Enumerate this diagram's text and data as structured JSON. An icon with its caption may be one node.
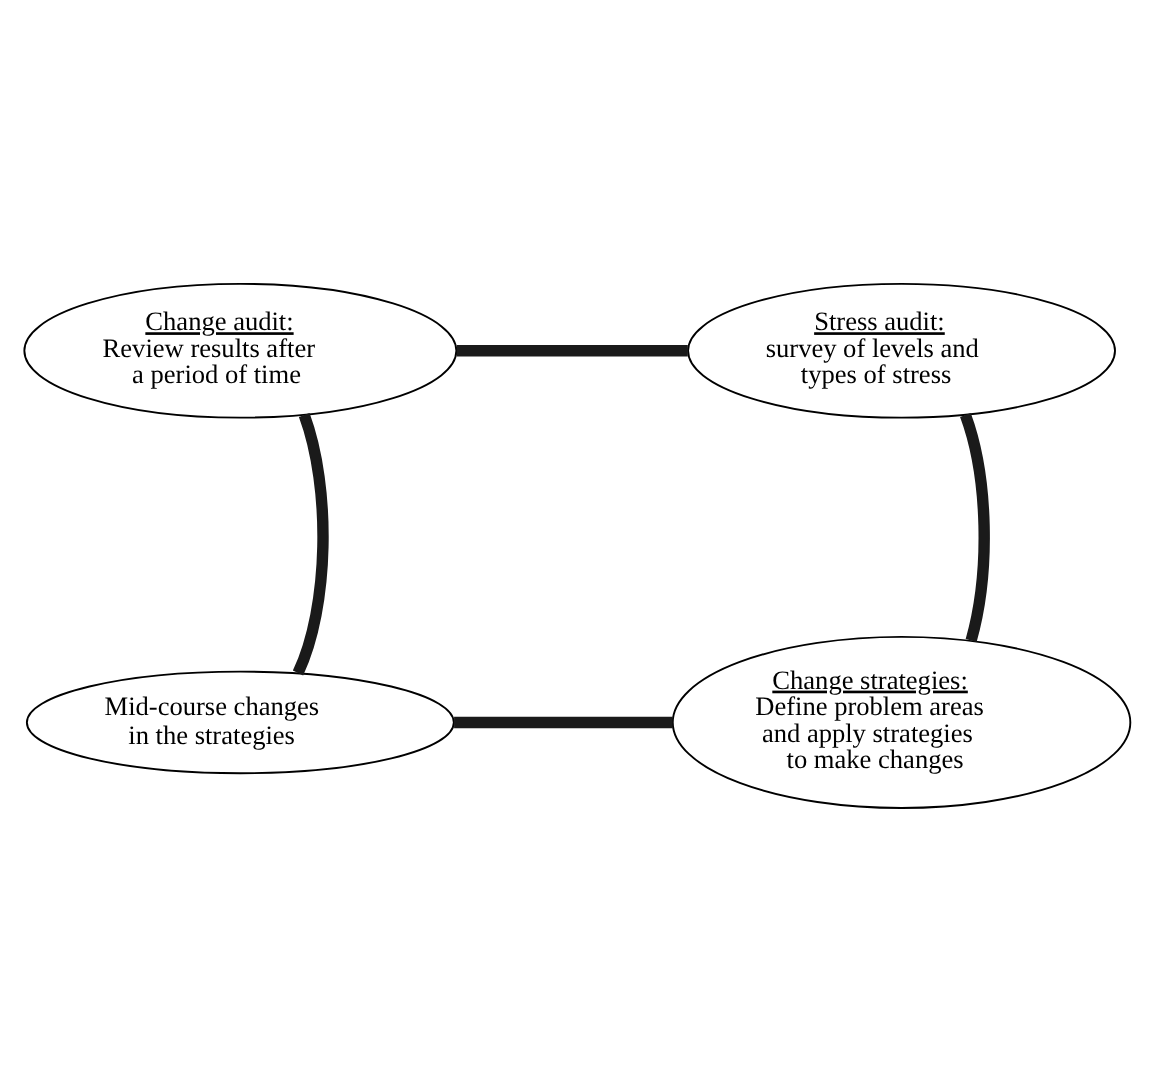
{
  "diagram": {
    "nodes": [
      {
        "text": [
          "Change audit:",
          "Review results after a period of time"
        ]
      },
      {
        "text": [
          "Stress audit:",
          "survey of levels and types of stress"
        ]
      },
      {
        "text": [
          "Mid-course changes in the strategies"
        ]
      },
      {
        "text": [
          "Change strategies:",
          "Define problem areas and apply strategies to make changes"
        ]
      }
    ],
    "edges": [
      {
        "from": 0,
        "to": 1,
        "arrow": "none"
      },
      {
        "from": 1,
        "to": 3,
        "arrow": "none"
      },
      {
        "from": 3,
        "to": 2,
        "arrow": "none"
      },
      {
        "from": 2,
        "to": 0,
        "arrow": "none"
      }
    ]
  }
}
